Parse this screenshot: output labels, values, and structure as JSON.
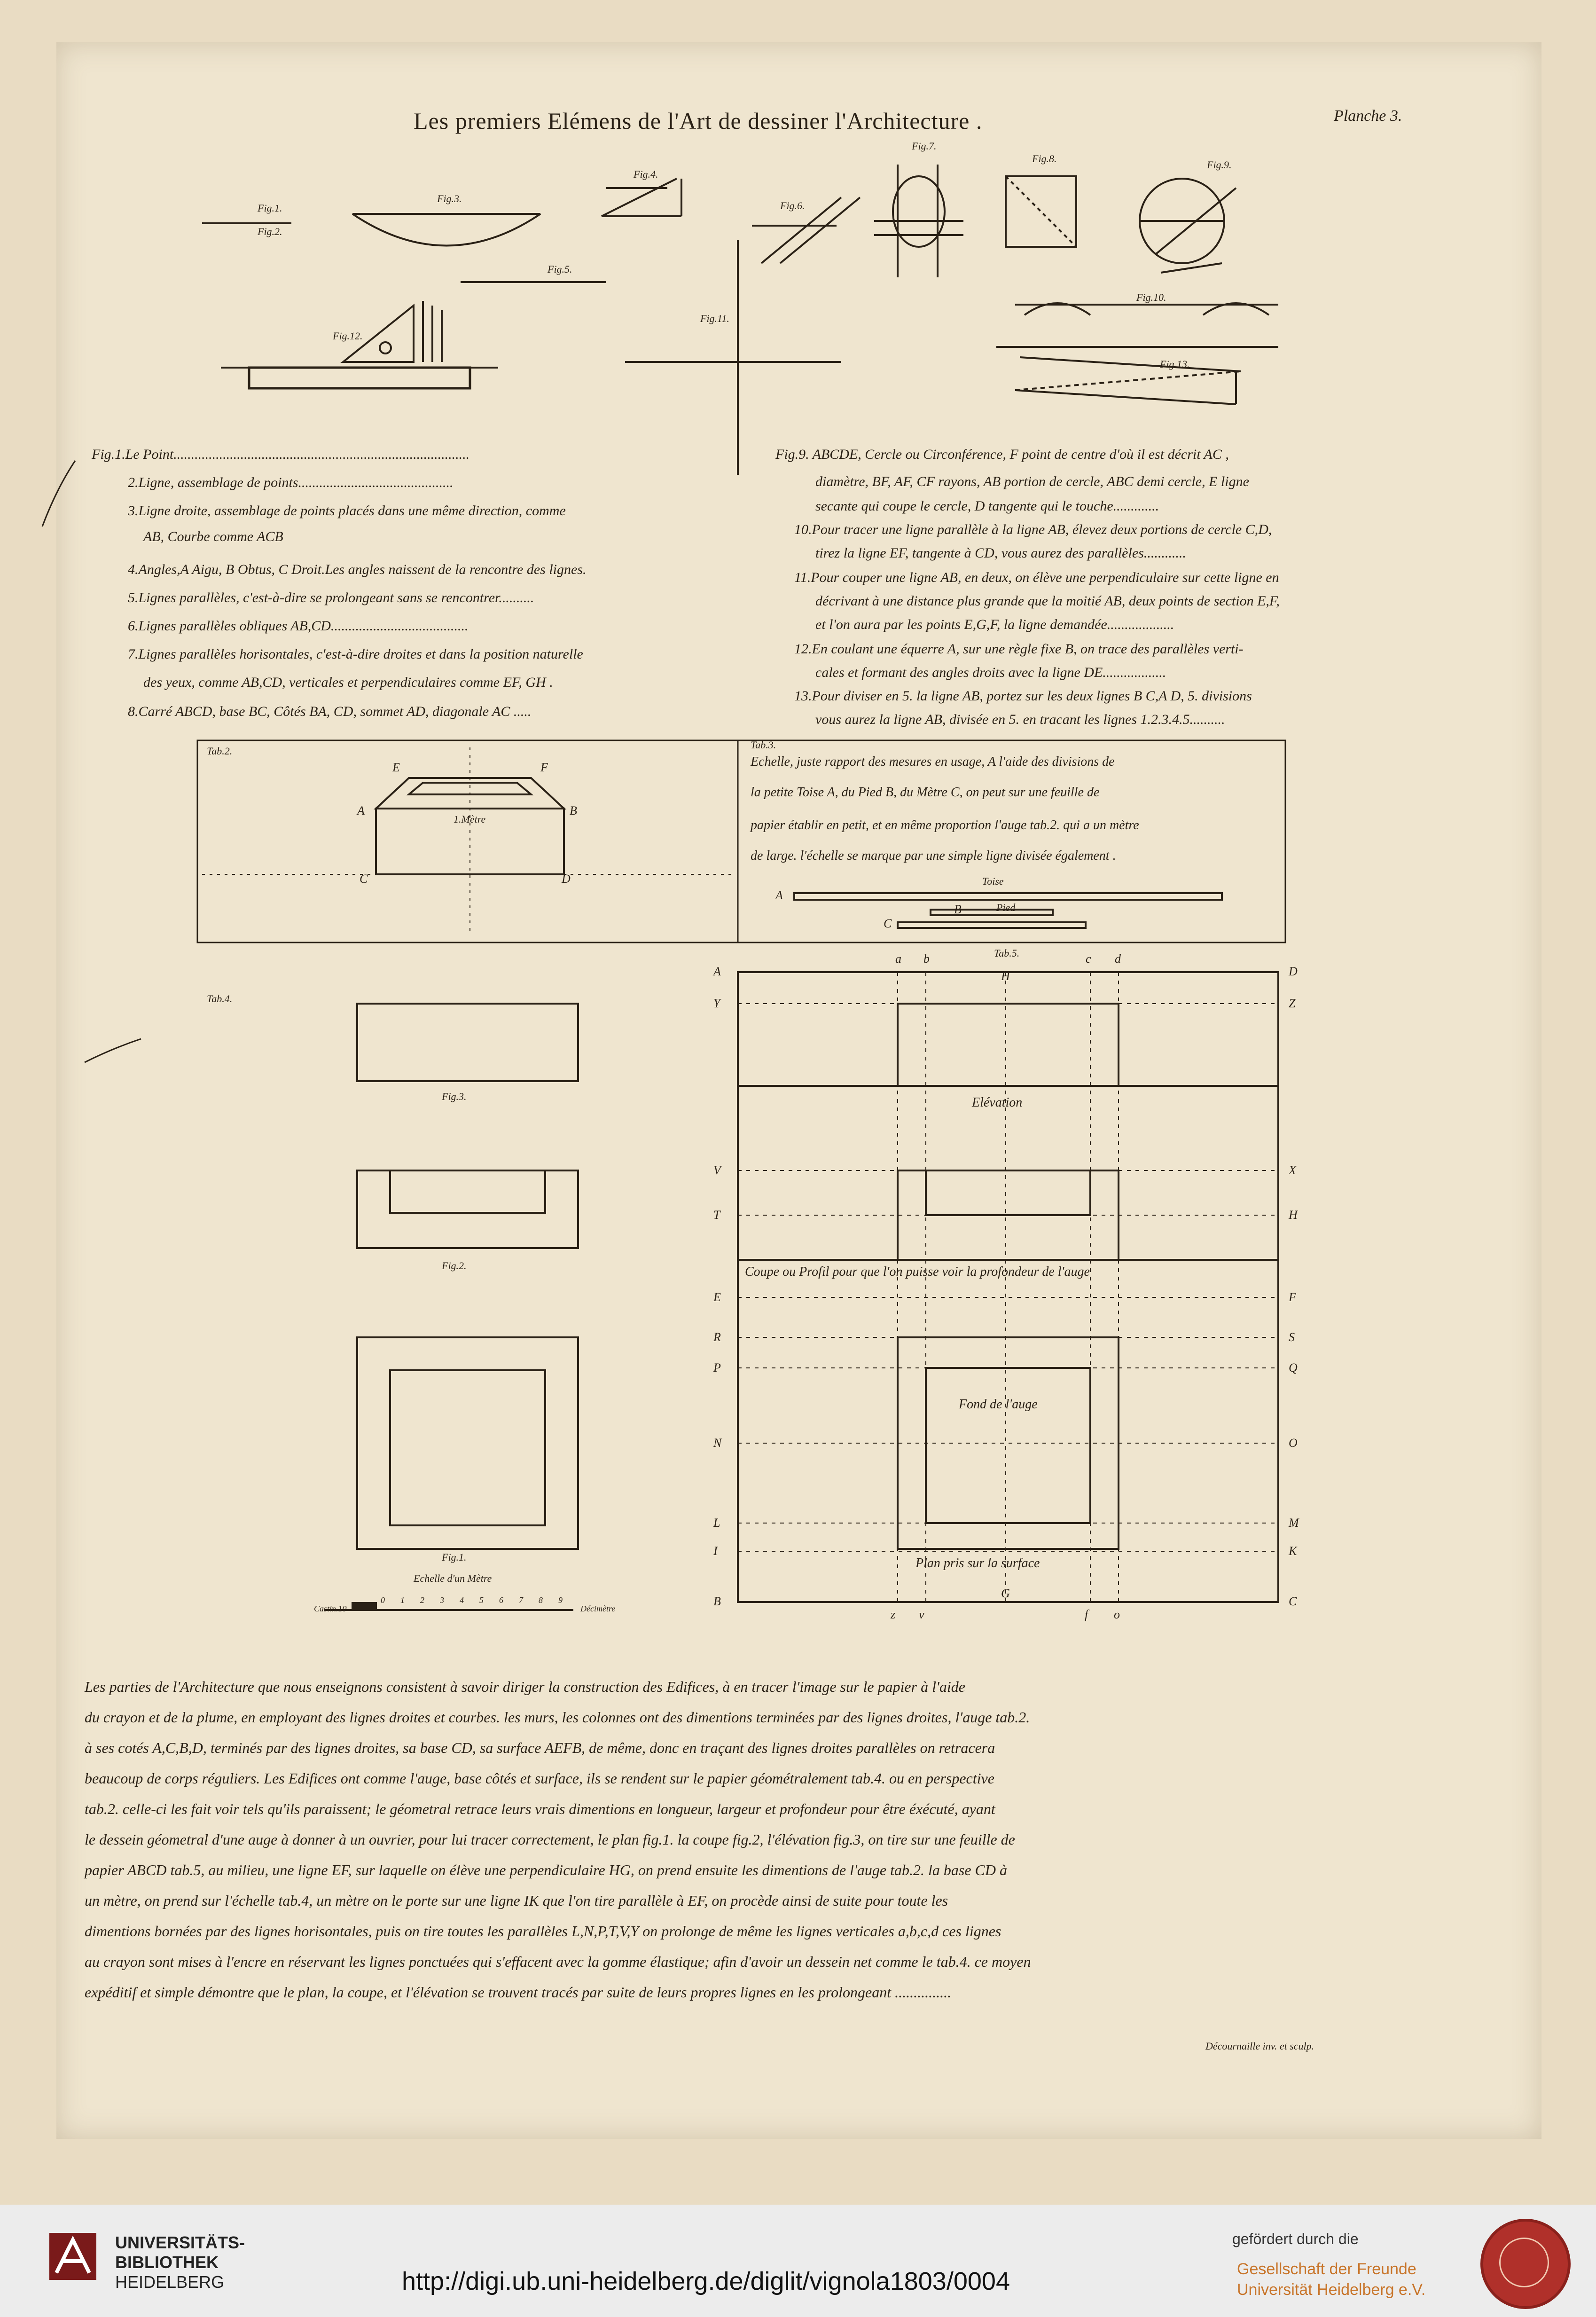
{
  "title": "Les premiers Elémens de l'Art de dessiner l'Architecture .",
  "planche": "Planche 3.",
  "figure_labels": {
    "fig1": "Fig.1.",
    "fig2": "Fig.2.",
    "fig3": "Fig.3.",
    "fig4": "Fig.4.",
    "fig5": "Fig.5.",
    "fig6": "Fig.6.",
    "fig7": "Fig.7.",
    "fig8": "Fig.8.",
    "fig9": "Fig.9.",
    "fig10": "Fig.10.",
    "fig11": "Fig.11.",
    "fig12": "Fig.12.",
    "fig13": "Fig.13."
  },
  "legend_left": [
    "Fig.1.Le Point....................................................................................",
    "2.Ligne, assemblage de points............................................",
    "3.Ligne droite, assemblage de points placés dans une même direction, comme",
    "AB, Courbe comme ACB",
    "4.Angles,A Aigu, B Obtus, C Droit.Les angles naissent de la rencontre des lignes.",
    "5.Lignes parallèles, c'est-à-dire se prolongeant sans se rencontrer..........",
    "6.Lignes parallèles obliques AB,CD.......................................",
    "7.Lignes parallèles horisontales, c'est-à-dire droites et dans la position naturelle",
    "des yeux, comme AB,CD, verticales et perpendiculaires comme EF, GH .",
    "8.Carré ABCD, base BC, Côtés BA, CD, sommet AD, diagonale AC ....."
  ],
  "legend_right": [
    "Fig.9. ABCDE, Cercle ou Circonférence, F point de centre d'où il est décrit AC ,",
    "diamètre, BF, AF, CF rayons, AB portion de cercle, ABC demi cercle, E ligne",
    "secante qui coupe le cercle, D tangente qui le touche.............",
    "10.Pour tracer une ligne parallèle à la ligne AB, élevez deux portions de cercle C,D,",
    "tirez la ligne EF, tangente à CD, vous aurez des parallèles............",
    "11.Pour couper une ligne AB, en deux, on élève une perpendiculaire sur cette ligne en",
    "décrivant à une distance plus grande que la moitié AB, deux points de section E,F,",
    "et l'on aura par les points E,G,F, la ligne demandée...................",
    "12.En coulant une équerre A, sur une règle fixe B, on trace des parallèles verti-",
    "cales et formant des angles droits avec la ligne DE..................",
    "13.Pour diviser en 5. la ligne AB, portez sur les deux lignes B C,A D, 5. divisions",
    "vous aurez la ligne AB, divisée en 5. en tracant les lignes 1.2.3.4.5.........."
  ],
  "tab2": {
    "label": "Tab.2.",
    "metre": "1.Mètre",
    "letters": [
      "E",
      "F",
      "A",
      "B",
      "C",
      "D"
    ]
  },
  "tab3": {
    "label": "Tab.3.",
    "text": [
      "Echelle, juste rapport des mesures en usage, A l'aide des divisions de",
      "la petite Toise A, du Pied B, du Mètre C, on peut sur une feuille de",
      "papier établir en petit, et en même proportion l'auge tab.2. qui a un mètre",
      "de large. l'échelle se marque par une simple ligne divisée également ."
    ],
    "toise": "Toise",
    "pied": "Pied",
    "letters": [
      "A",
      "B",
      "C"
    ]
  },
  "tab4": {
    "label": "Tab.4.",
    "fig3": "Fig.3.",
    "fig2": "Fig.2.",
    "fig1": "Fig.1.",
    "echelle": "Echelle d'un Mètre",
    "castin": "Castin.10",
    "decimetre": "Décimètre",
    "scale_numbers": [
      "0",
      "1",
      "2",
      "3",
      "4",
      "5",
      "6",
      "7",
      "8",
      "9"
    ]
  },
  "tab5": {
    "label": "Tab.5.",
    "elevation": "Elévation",
    "coupe": "Coupe ou Profil pour que l'on puisse voir la profondeur de l'auge",
    "fond": "Fond de l'auge",
    "plan": "Plan pris sur la surface",
    "top_letters": [
      "a",
      "b",
      "H",
      "c",
      "d"
    ],
    "left_letters": [
      "A",
      "Y",
      "V",
      "T",
      "E",
      "R",
      "P",
      "N",
      "L",
      "I",
      "B"
    ],
    "right_letters": [
      "D",
      "Z",
      "X",
      "H",
      "F",
      "S",
      "Q",
      "O",
      "M",
      "K",
      "C"
    ],
    "bottom_letters": [
      "z",
      "v",
      "G",
      "f",
      "o"
    ]
  },
  "body_text": [
    "Les parties de l'Architecture que nous enseignons consistent à savoir diriger la construction des Edifices, à en tracer l'image sur le papier à l'aide",
    "du crayon et de la plume, en employant des lignes droites et courbes. les murs, les colonnes ont des dimentions terminées par des lignes droites, l'auge tab.2.",
    "à ses cotés A,C,B,D, terminés par des lignes droites, sa base CD, sa surface AEFB, de même, donc en traçant des lignes droites parallèles on retracera",
    "beaucoup de corps réguliers. Les Edifices ont comme l'auge, base côtés et surface, ils se rendent sur le papier géométralement tab.4. ou en perspective",
    "tab.2. celle-ci les fait voir tels qu'ils paraissent; le géometral retrace leurs vrais dimentions en longueur, largeur et profondeur pour être éxécuté, ayant",
    "le dessein géometral d'une auge à donner à un ouvrier, pour lui tracer correctement, le plan fig.1. la coupe fig.2, l'élévation fig.3, on tire sur une feuille de",
    "papier ABCD tab.5, au milieu, une ligne EF, sur laquelle on élève une perpendiculaire HG, on prend ensuite les dimentions de l'auge tab.2. la base CD à",
    "un mètre, on prend sur l'échelle tab.4, un mètre on le porte sur une ligne IK que l'on tire parallèle à EF, on procède ainsi de suite pour toute les",
    "dimentions bornées par des lignes horisontales, puis on tire toutes les parallèles L,N,P,T,V,Y on prolonge de même les lignes verticales a,b,c,d ces lignes",
    "au crayon sont mises à l'encre en réservant les lignes ponctuées qui s'effacent avec la gomme élastique; afin d'avoir un dessein net comme le tab.4. ce moyen",
    "expéditif et simple démontre que le plan, la coupe, et l'élévation se trouvent tracés par suite de leurs propres lignes en les prolongeant ..............."
  ],
  "engraver": "Décournaille inv. et sculp.",
  "footer": {
    "library_lines": [
      "UNIVERSITÄTS-",
      "BIBLIOTHEK",
      "HEIDELBERG"
    ],
    "url": "http://digi.ub.uni-heidelberg.de/diglit/vignola1803/0004",
    "gefoerdert": "gefördert durch die",
    "gesellschaft": [
      "Gesellschaft der Freunde",
      "Universität Heidelberg e.V."
    ]
  },
  "colors": {
    "ink": "#2a2116",
    "paper": "#efe5cf",
    "accent": "#c8752a",
    "seal": "#b0302a"
  }
}
